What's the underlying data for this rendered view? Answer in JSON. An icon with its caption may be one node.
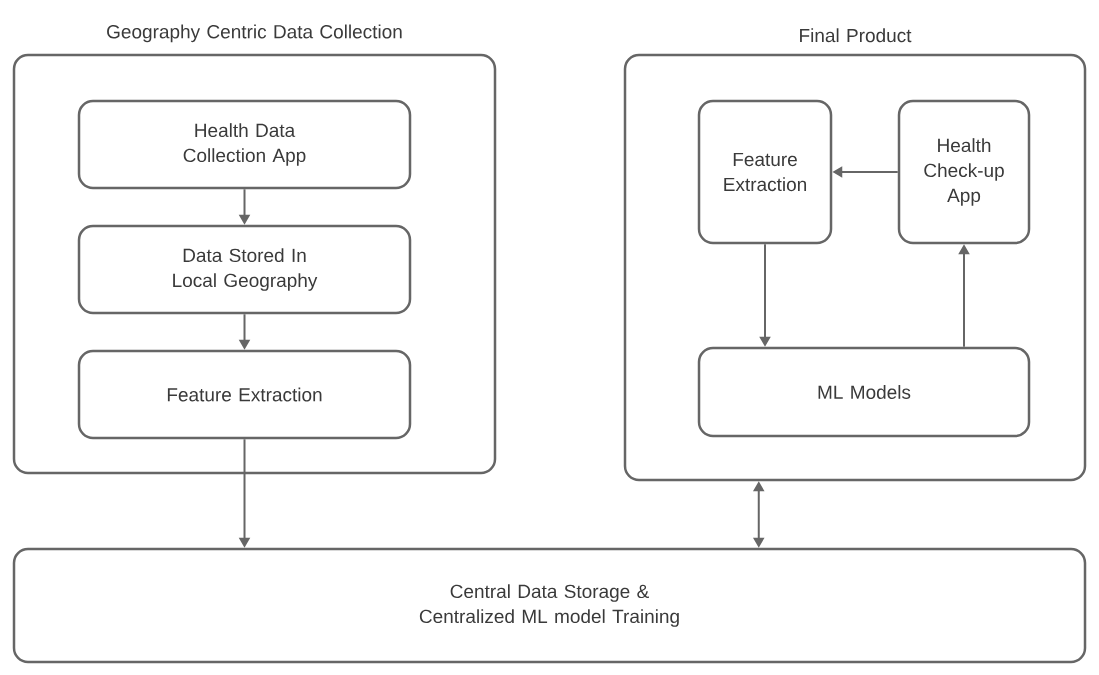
{
  "diagram": {
    "nodes": [
      {
        "text": [
          "Geography Centric Data Collection"
        ]
      },
      {
        "text": [
          "Health Data Collection App"
        ],
        "in": 0
      },
      {
        "text": [
          "Data Stored In Local Geography"
        ],
        "in": 0
      },
      {
        "text": [
          "Feature Extraction"
        ],
        "in": 0
      },
      {
        "text": [
          "Final Product"
        ]
      },
      {
        "text": [
          "Feature Extraction"
        ],
        "in": 4
      },
      {
        "text": [
          "Health Check-up App"
        ],
        "in": 4
      },
      {
        "text": [
          "ML Models"
        ],
        "in": 4
      },
      {
        "text": [
          "Central Data Storage & Centralized ML model Training"
        ]
      }
    ],
    "edges": [
      {
        "from": 1,
        "to": 2,
        "arrow": "to"
      },
      {
        "from": 2,
        "to": 3,
        "arrow": "to"
      },
      {
        "from": 3,
        "to": 8,
        "arrow": "to"
      },
      {
        "from": 6,
        "to": 5,
        "arrow": "to"
      },
      {
        "from": 5,
        "to": 7,
        "arrow": "to"
      },
      {
        "from": 7,
        "to": 6,
        "arrow": "to"
      },
      {
        "from": 4,
        "to": 8,
        "arrow": "both"
      }
    ]
  }
}
